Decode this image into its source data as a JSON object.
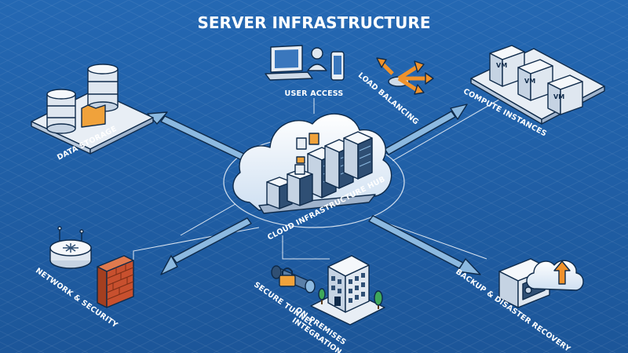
{
  "title": "SERVER INFRASTRUCTURE",
  "hub_label": "CLOUD INFRASTRUCTURE HUB",
  "nodes": {
    "data_storage": "DATA STORAGE",
    "user_access": "USER ACCESS",
    "load_balancing": "LOAD BALANCING",
    "compute_instances": "COMPUTE INSTANCES",
    "network_security": "NETWORK & SECURITY",
    "secure_tunnel": "SECURE TUNNEL",
    "on_premises": "ON-PREMISES",
    "integration": "INTEGRATION",
    "backup_recovery": "BACKUP & DISASTER RECOVERY"
  },
  "vm_label": "VM",
  "colors": {
    "background": "#1f5fa8",
    "panel": "#e8eef5",
    "outline": "#0e2a4a",
    "accent_orange": "#f0922b",
    "brick": "#c8502e"
  }
}
